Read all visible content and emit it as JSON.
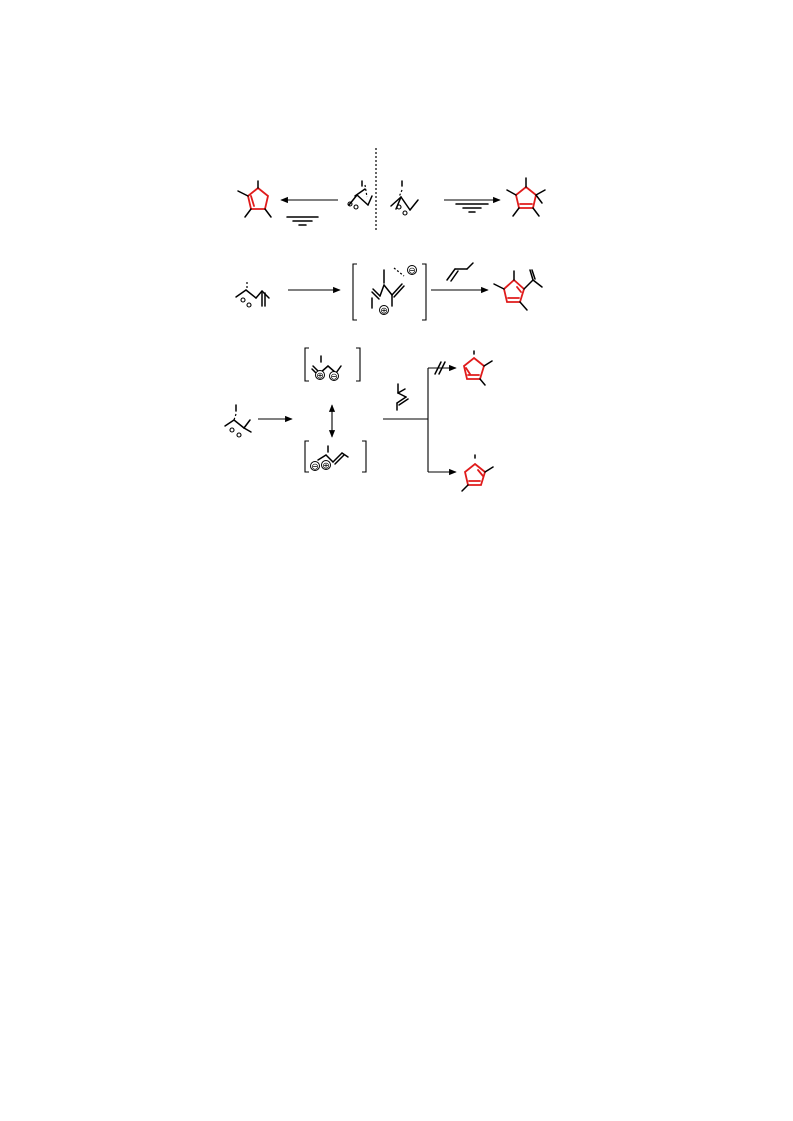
{
  "scheme": {
    "colors": {
      "product_ring": "#e01b1b",
      "bond": "#000000"
    },
    "charges": {
      "plus": "⊕",
      "minus": "⊖"
    },
    "row1": {
      "left_reagent": "alkyne",
      "right_reagent": "alkyne"
    },
    "row2": {
      "reagent": "alkene"
    },
    "row3": {
      "reagent": "alkene",
      "blocked_path_marker": "//"
    }
  }
}
